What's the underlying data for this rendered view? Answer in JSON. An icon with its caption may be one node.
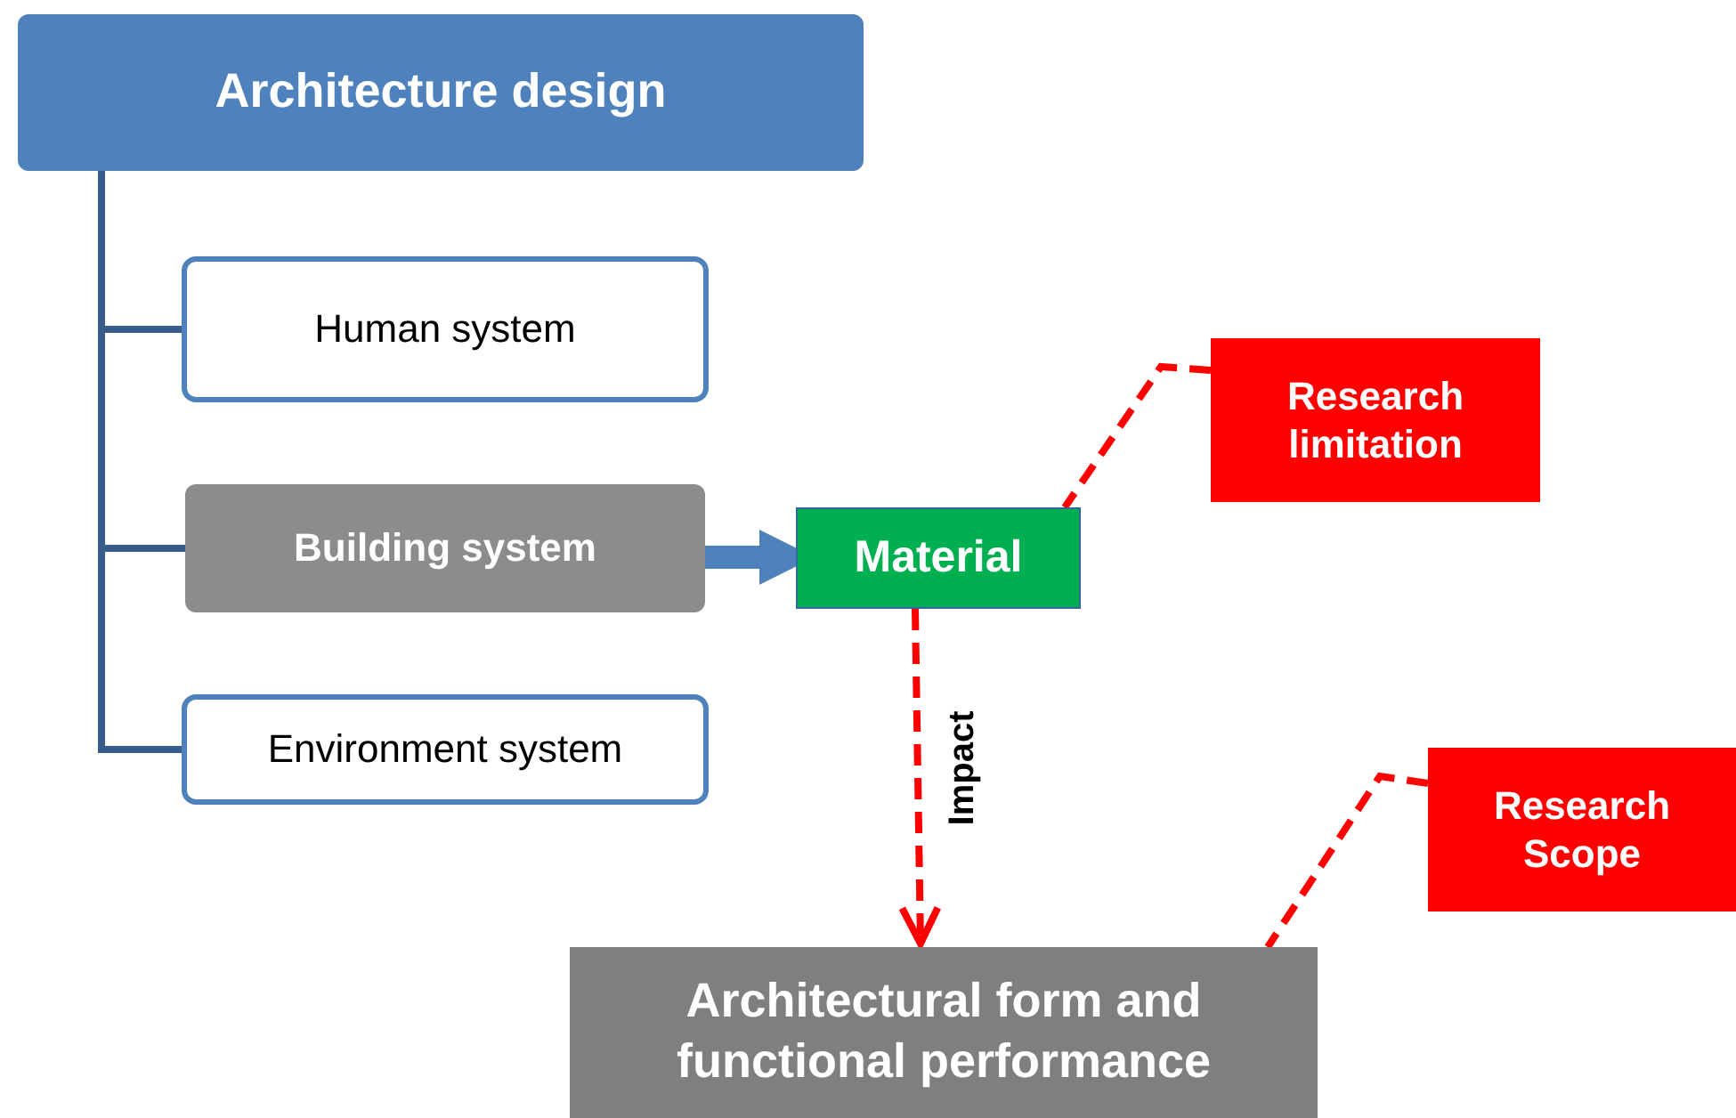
{
  "diagram": {
    "nodes": [
      {
        "text": [
          "Architecture design"
        ]
      },
      {
        "text": [
          "Human system"
        ]
      },
      {
        "text": [
          "Building system"
        ]
      },
      {
        "text": [
          "Environment system"
        ]
      },
      {
        "text": [
          "Material"
        ]
      },
      {
        "text": [
          "Research limitation"
        ]
      },
      {
        "text": [
          "Research Scope"
        ]
      },
      {
        "text": [
          "Architectural form and functional performance"
        ]
      }
    ],
    "edges": [
      {
        "from": 0,
        "to": 1,
        "arrow": "none"
      },
      {
        "from": 0,
        "to": 2,
        "arrow": "none"
      },
      {
        "from": 0,
        "to": 3,
        "arrow": "none"
      },
      {
        "from": 2,
        "to": 4,
        "arrow": "to",
        "style": "thick"
      },
      {
        "from": 4,
        "to": 7,
        "arrow": "to",
        "style": "dashed",
        "color": "#ff0000",
        "label": "Impact"
      },
      {
        "from": 5,
        "to": 4,
        "arrow": "none",
        "style": "dashed",
        "color": "#ff0000"
      },
      {
        "from": 6,
        "to": 7,
        "arrow": "none",
        "style": "dashed",
        "color": "#ff0000"
      }
    ]
  }
}
